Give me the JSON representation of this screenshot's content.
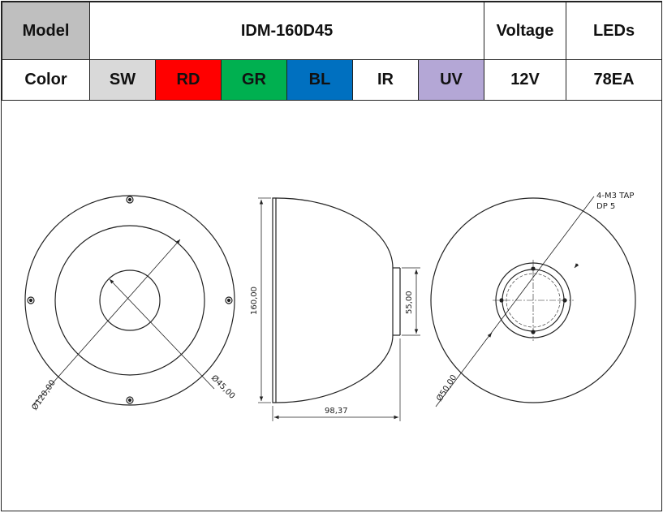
{
  "spec_table": {
    "model_label": "Model",
    "model_value": "IDM-160D45",
    "voltage_label": "Voltage",
    "leds_label": "LEDs",
    "color_label": "Color",
    "colors": [
      {
        "code": "SW",
        "color": "#d9d9d9"
      },
      {
        "code": "RD",
        "color": "#ff0000"
      },
      {
        "code": "GR",
        "color": "#00b050"
      },
      {
        "code": "BL",
        "color": "#0070c0"
      },
      {
        "code": "IR",
        "color": "#ff0000"
      },
      {
        "code": "UV",
        "color": "#b4a7d6"
      }
    ],
    "voltage_value": "12V",
    "leds_value": "78EA"
  },
  "drawing": {
    "front_view": {
      "outer_diameter_label": "Ø120,00",
      "inner_diameter_label": "Ø45,00"
    },
    "side_view": {
      "height_label": "160,00",
      "neck_label": "55,00",
      "depth_label": "98,37"
    },
    "back_view": {
      "tap_note_line1": "4-M3 TAP",
      "tap_note_line2": "DP 5",
      "diameter_label": "Ø50,00"
    }
  }
}
